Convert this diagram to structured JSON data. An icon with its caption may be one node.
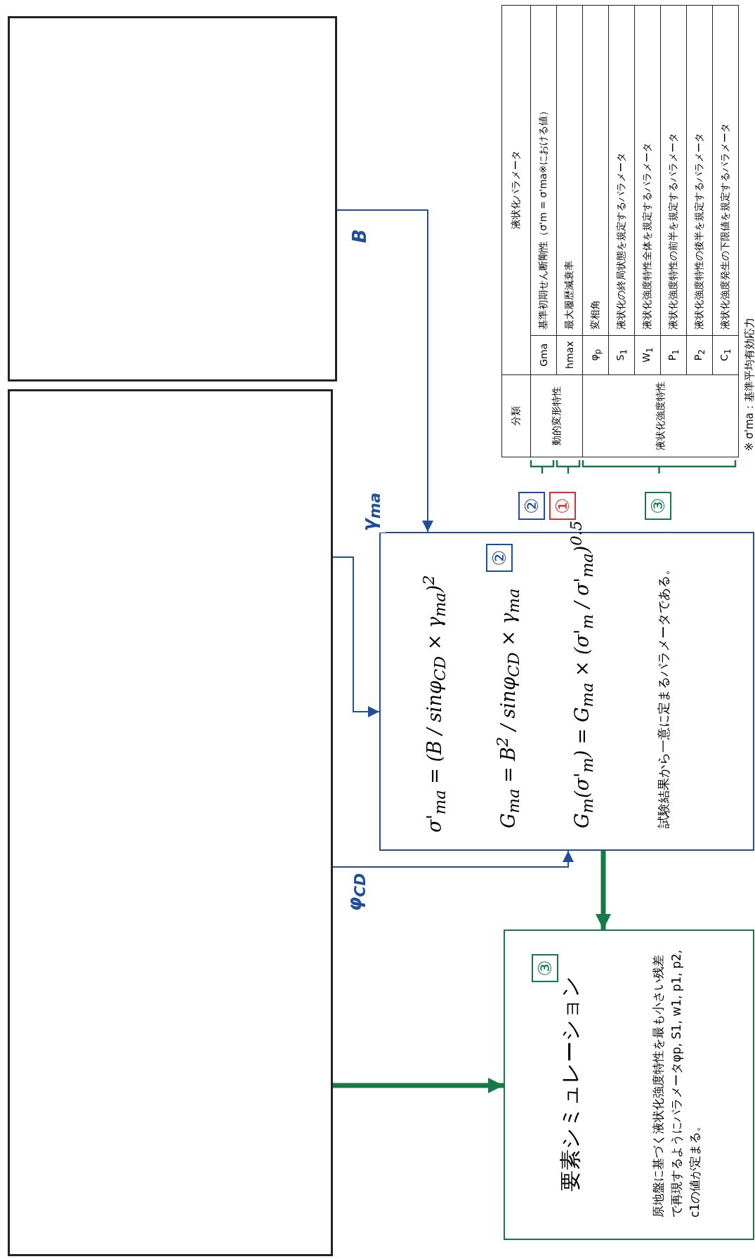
{
  "diagram": {
    "nodes": [
      {
        "text": [],
        "shape": "box"
      },
      {
        "text": [],
        "shape": "box"
      },
      {
        "text": [
          "σ'$_{ma}$ = (B / sinφ$_{CD}$ × γ$_{ma}$)$^{2}$",
          "G$_{ma}$ = B$^{2}$ / sinφ$_{CD}$ × γ$_{ma}$",
          "G$_{m}$(σ'$_{m}$) = G$_{ma}$ × (σ'$_{m}$ / σ'$_{ma}$)$^{0.5}$",
          "試験結果から一意に定まるパラメータである。"
        ]
      },
      {
        "text": [
          "②"
        ],
        "in": 2
      },
      {
        "text": [
          "要素シミュレーション",
          "原地盤に基づく液状化強度特性を最も小さい残差で再現するようにパラメータφp, S1, w1, p1, p2, c1の値が定まる。"
        ]
      },
      {
        "text": [
          "③"
        ],
        "in": 4
      },
      {
        "text": [
          "②"
        ]
      },
      {
        "text": [
          "①"
        ]
      },
      {
        "text": [
          "③"
        ]
      }
    ],
    "edges": [
      {
        "from": 0,
        "to": 2,
        "arrow": "to",
        "label": "B"
      },
      {
        "from": 1,
        "to": 2,
        "arrow": "to",
        "label": "γ$_{ma}$"
      },
      {
        "from": 1,
        "to": 2,
        "arrow": "to",
        "label": "φ$_{CD}$"
      },
      {
        "from": 2,
        "to": 4,
        "arrow": "to",
        "style": "thick",
        "color": "#167a48"
      },
      {
        "from": 1,
        "to": 4,
        "arrow": "to",
        "style": "thick",
        "color": "#167a48"
      }
    ],
    "labels": [
      "分類",
      "液状化パラメータ",
      "動的変形特性",
      "Gma",
      "基準初期せん断剛性（σ'm = σ'ma※における値）",
      "hmax",
      "最大履歴減衰率",
      "液状化強度特性",
      "φ$_{p}$",
      "変相角",
      "S$_{1}$",
      "液状化の終局状態を規定するパラメータ",
      "W$_{1}$",
      "液状化強度特性全体を規定するパラメータ",
      "P$_{1}$",
      "液状化強度特性の前半を規定するパラメータ",
      "P$_{2}$",
      "液状化強度特性の後半を規定するパラメータ",
      "C$_{1}$",
      "液状化強度発生の下限値を規定するパラメータ",
      "※ σ'ma：基準平均有効応力"
    ]
  }
}
